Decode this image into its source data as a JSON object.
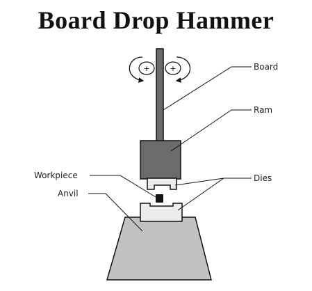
{
  "title": "Board Drop Hammer",
  "labels": {
    "board": "Board",
    "ram": "Ram",
    "workpiece": "Workpiece",
    "dies": "Dies",
    "anvil": "Anvil"
  },
  "roller_symbols": {
    "left": "+",
    "right": "+"
  },
  "colors": {
    "ram": "#6b6b6b",
    "board": "#6b6b6b",
    "anvil": "#c2c2c2",
    "die": "#ececec",
    "workpiece": "#111111",
    "outline": "#111111"
  }
}
